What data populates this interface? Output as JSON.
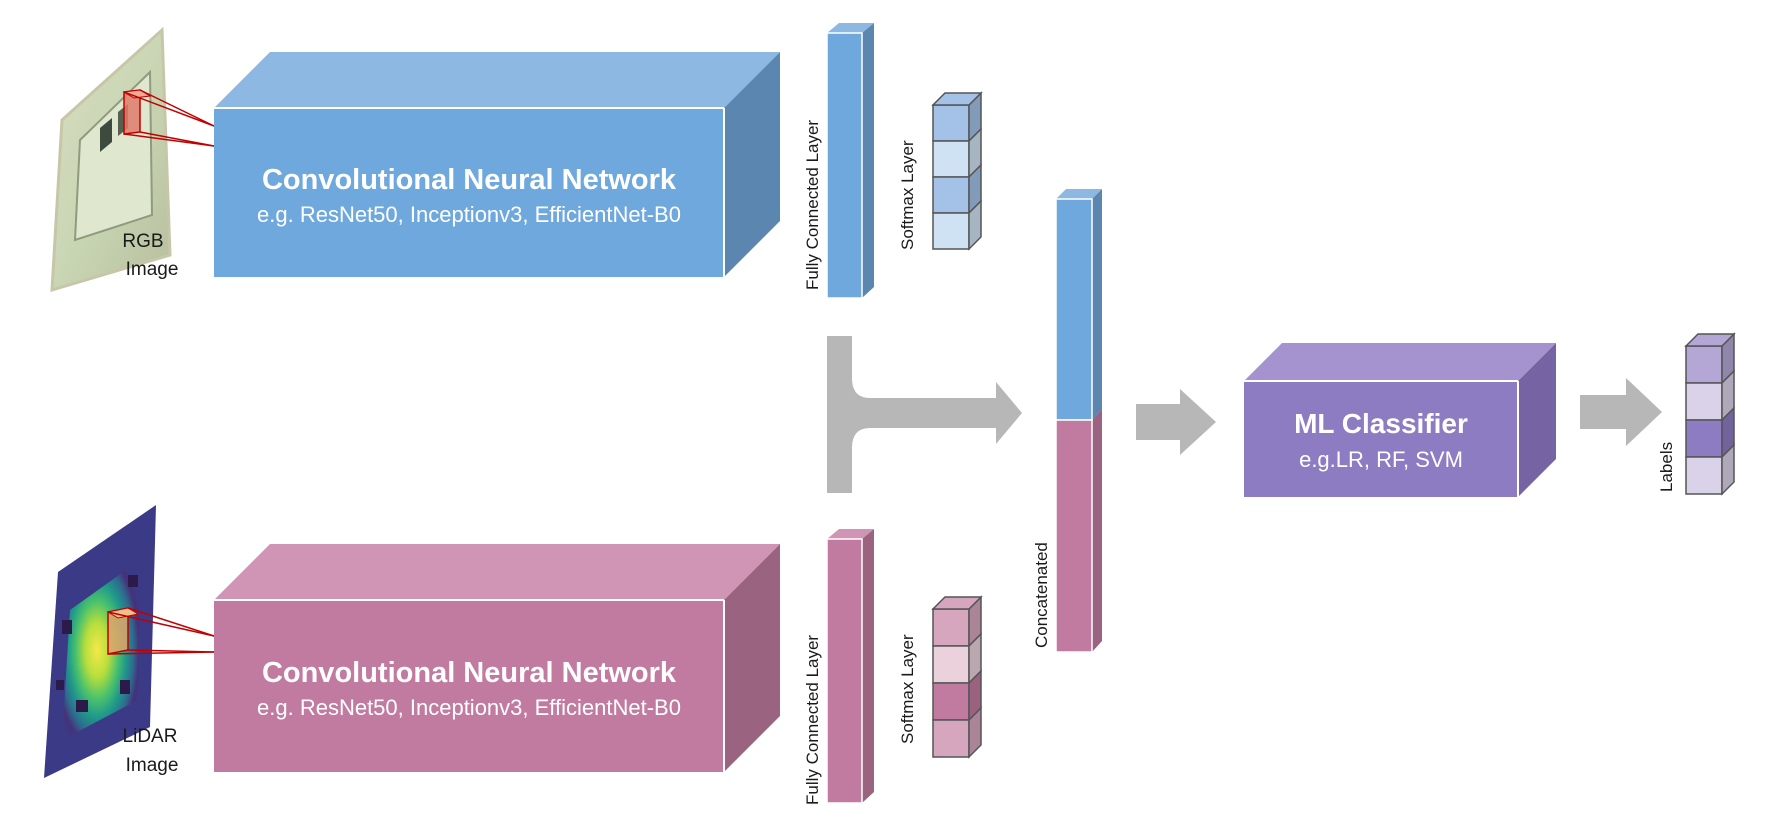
{
  "colors": {
    "blue_front": "#6fa8dc",
    "blue_top": "#8db8e2",
    "blue_side": "#5a86b0",
    "pink_front": "#c27ba0",
    "pink_top": "#d095b4",
    "pink_side": "#9a6380",
    "purple_front": "#8e7cc3",
    "purple_top": "#a493cf",
    "purple_side": "#7563a3",
    "arrow_gray": "#b7b7b7",
    "receptive_field": "#c00000"
  },
  "rgb_branch": {
    "image_label_line1": "RGB",
    "image_label_line2": "Image",
    "cnn_title": "Convolutional Neural Network",
    "cnn_subtitle": "e.g. ResNet50, Inceptionv3, EfficientNet-B0",
    "fc_label": "Fully Connected Layer",
    "softmax_label": "Softmax Layer",
    "softmax_cells": [
      "#a4c2e8",
      "#cfe2f3",
      "#a4c2e8",
      "#cfe2f3"
    ]
  },
  "lidar_branch": {
    "image_label_line1": "LiDAR",
    "image_label_line2": "Image",
    "cnn_title": "Convolutional Neural Network",
    "cnn_subtitle": "e.g. ResNet50, Inceptionv3, EfficientNet-B0",
    "fc_label": "Fully Connected Layer",
    "softmax_label": "Softmax Layer",
    "softmax_cells": [
      "#d5a6bd",
      "#ead1dc",
      "#c27ba0",
      "#d5a6bd"
    ]
  },
  "concat_label": "Concatenated",
  "classifier": {
    "title": "ML Classifier",
    "subtitle": "e.g.LR, RF, SVM"
  },
  "labels_block": {
    "label": "Labels",
    "cells": [
      "#b4a7d6",
      "#d9d2e9",
      "#8e7cc3",
      "#d9d2e9"
    ]
  }
}
